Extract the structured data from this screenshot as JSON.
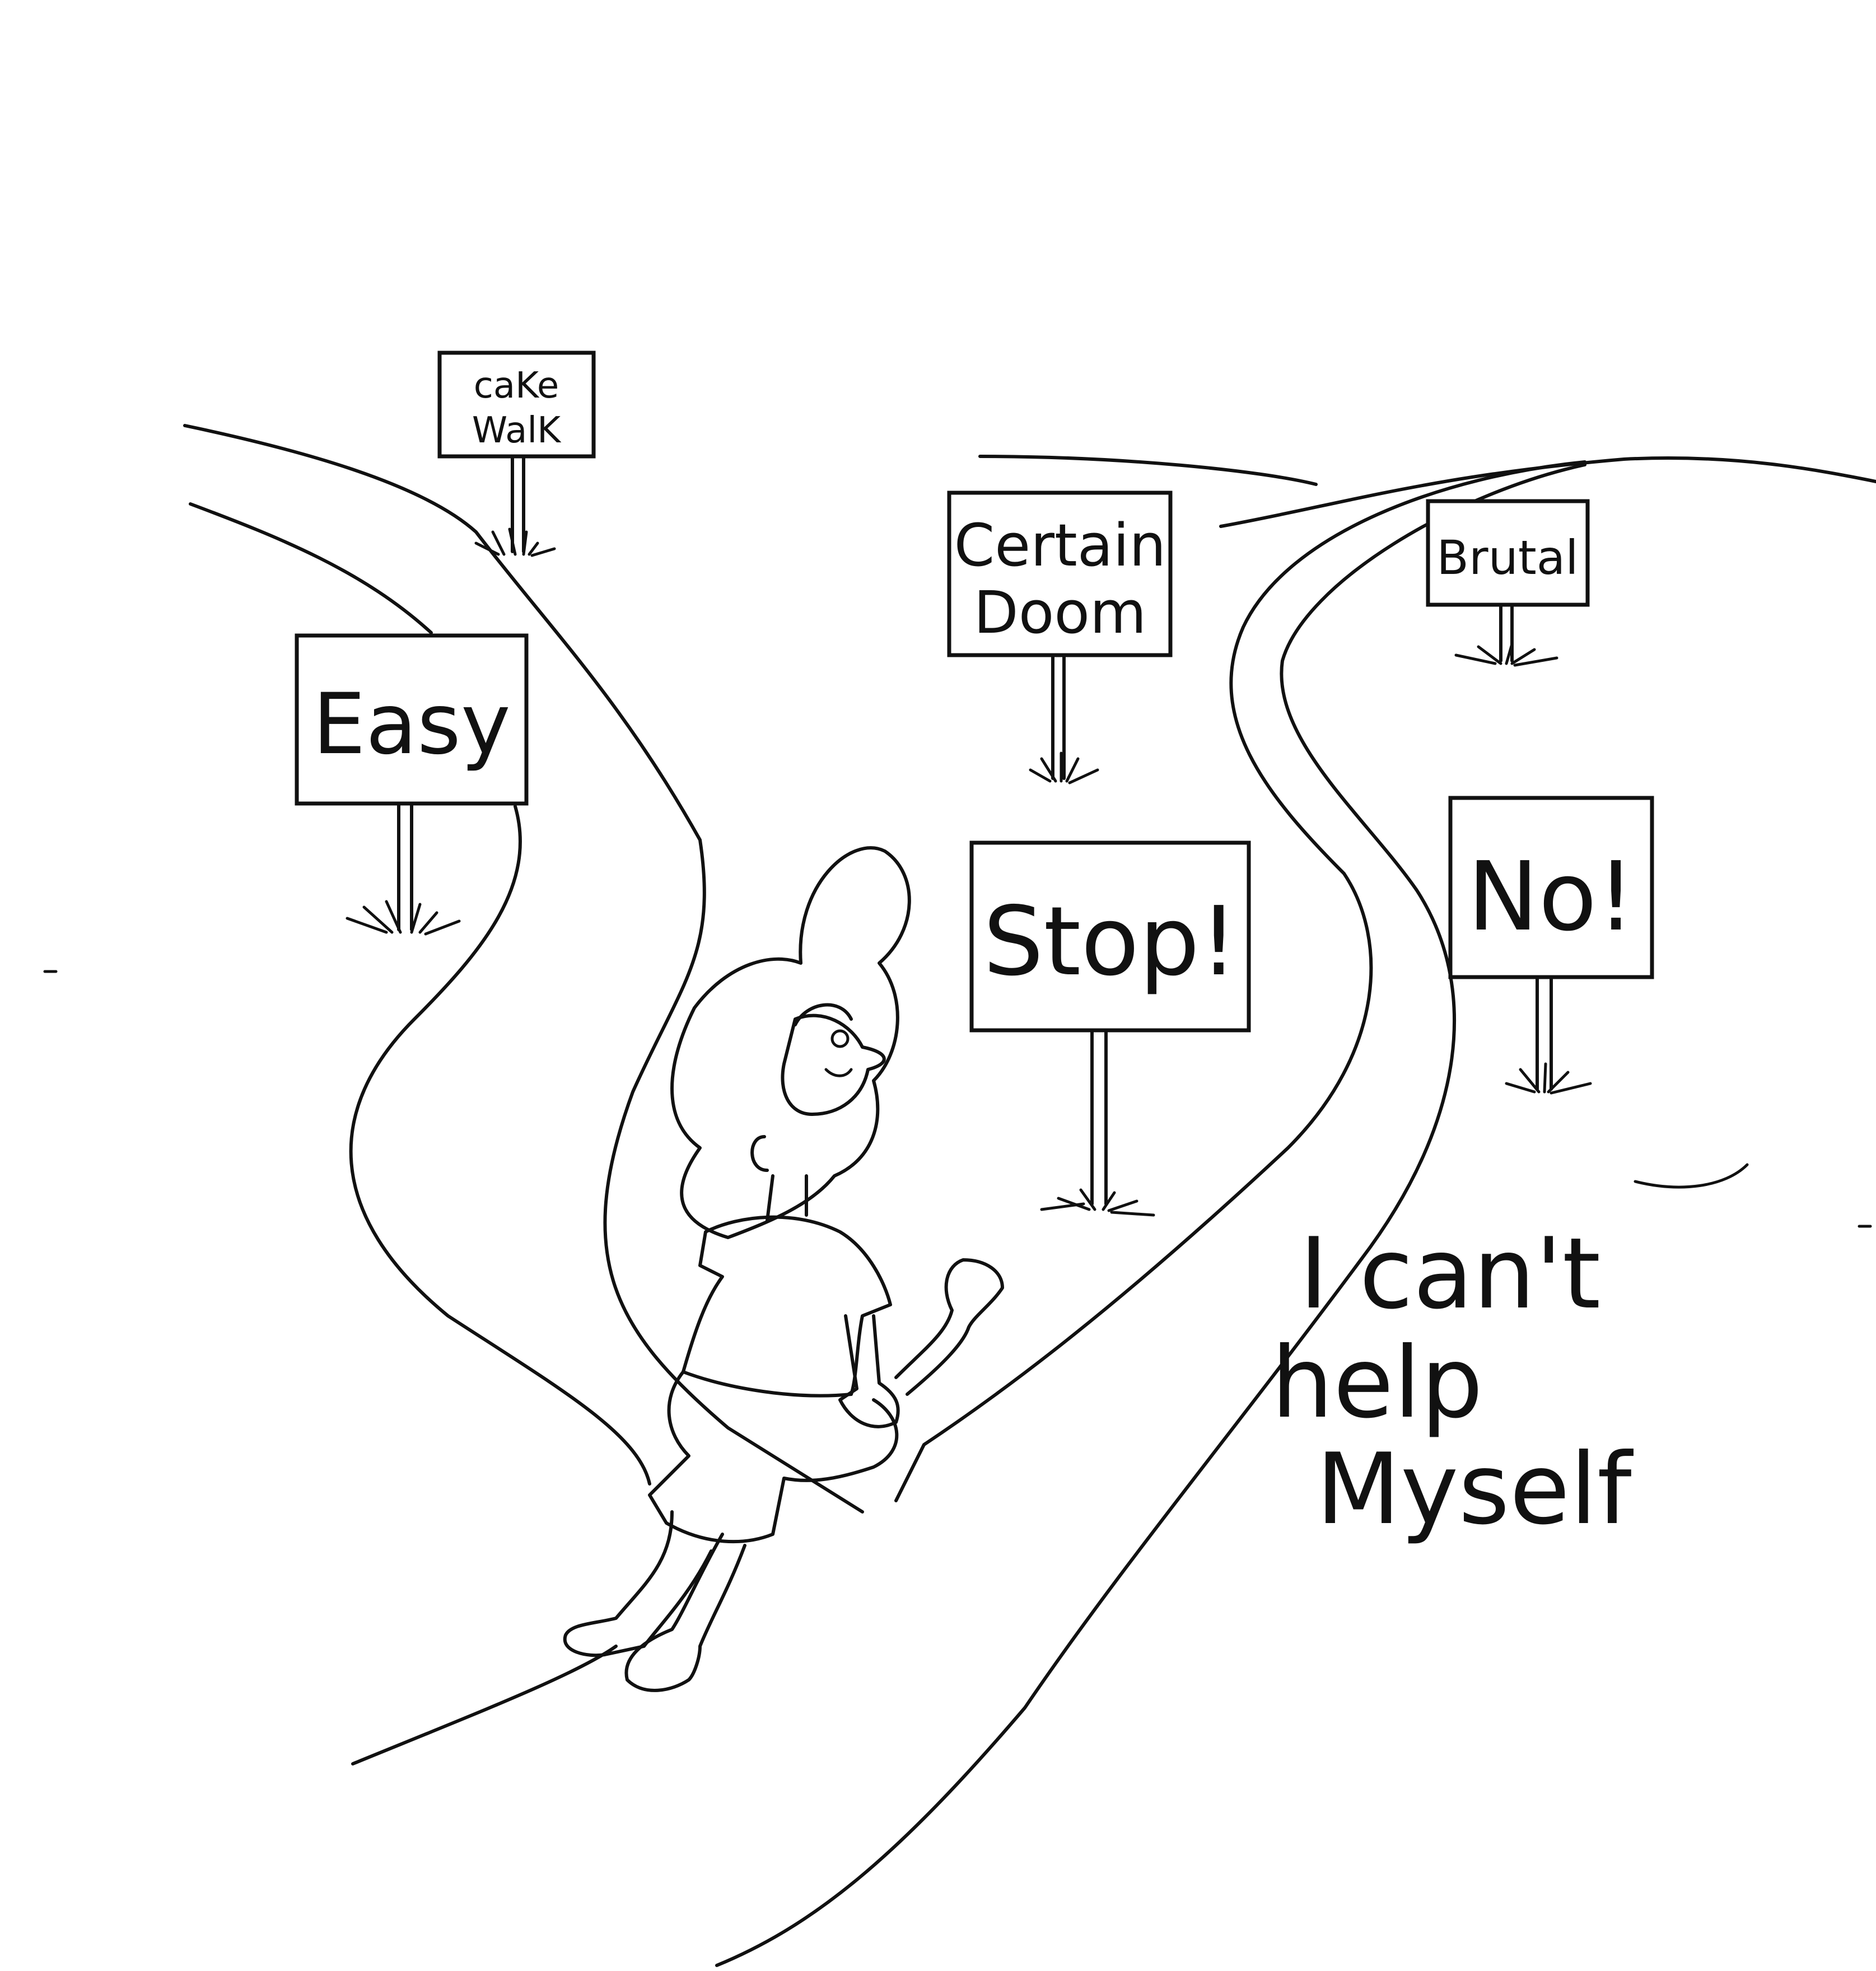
{
  "colors": {
    "ink": "#111111",
    "paper": "#ffffff"
  },
  "signs": {
    "cake_walk": {
      "line1": "caKe",
      "line2": "WalK"
    },
    "easy": {
      "label": "Easy"
    },
    "certain_doom": {
      "line1": "Certain",
      "line2": "Doom"
    },
    "stop": {
      "label": "Stop!"
    },
    "brutal": {
      "label": "Brutal"
    },
    "no": {
      "label": "No!"
    }
  },
  "caption": {
    "line1": "I can't",
    "line2": "help",
    "line3": "Myself"
  }
}
